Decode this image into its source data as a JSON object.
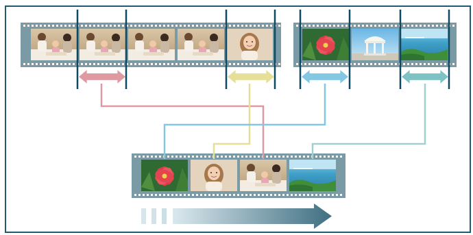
{
  "diagram": {
    "description_visible_text": "",
    "colors": {
      "frame_border": "#1f5a6e",
      "film_strip": "#7a9aa6",
      "film_dark": "#5b7d8a",
      "divider": "#0f4861",
      "pink": "#df9aa1",
      "yellow": "#e6df97",
      "blue": "#84c7e2",
      "teal": "#7fc2c3",
      "arrow_dark": "#4f7c8e",
      "arrow_light": "#d8e6ec"
    },
    "icons": {
      "left_clip_arrow": "double-arrow-icon",
      "right_clip_arrow": "double-arrow-icon",
      "direction_arrow": "right-arrow-icon"
    },
    "photos": {
      "strip_top_left": [
        "family-photo",
        "family-photo",
        "family-photo",
        "family-photo",
        "girl-portrait"
      ],
      "strip_top_right": [
        "flower-photo",
        "gazebo-photo",
        "seascape-photo"
      ],
      "strip_bottom": [
        "flower-photo",
        "girl-portrait",
        "family-photo",
        "seascape-photo"
      ]
    }
  }
}
